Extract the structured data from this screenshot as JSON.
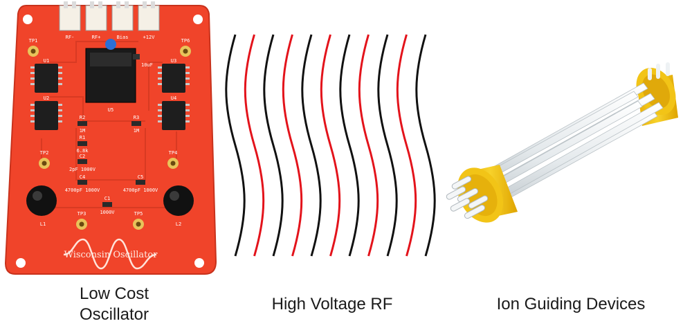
{
  "captions": {
    "oscillator": [
      "Low Cost",
      "Oscillator"
    ],
    "rf": "High Voltage RF",
    "ion": "Ion Guiding Devices"
  },
  "pcb": {
    "silk_brand": "Wisconsin Oscillator",
    "connector_labels": [
      "RF-",
      "RF+",
      "Bias",
      "+12V"
    ],
    "test_points": [
      "TP1",
      "TP2",
      "TP3",
      "TP4",
      "TP5",
      "TP6"
    ],
    "chips": [
      "U1",
      "U2",
      "U3",
      "U4"
    ],
    "center_chip": "U5",
    "resistors": [
      {
        "ref": "R2",
        "value": "1M"
      },
      {
        "ref": "R3",
        "value": "1M"
      },
      {
        "ref": "R1",
        "value": "6.8k"
      }
    ],
    "capacitors": [
      {
        "ref": "C2",
        "value": "2pF 1000V"
      },
      {
        "ref": "C4",
        "value": "4700pF 1000V"
      },
      {
        "ref": "C5",
        "value": "4700pF 1000V"
      },
      {
        "ref": "C1",
        "value": "1000V"
      }
    ],
    "cap_small": "10uF",
    "inductors": [
      "L1",
      "L2"
    ]
  },
  "colors": {
    "pcb": "#f0442a",
    "pcb_edge": "#c8321c",
    "rf_black": "#111111",
    "rf_red": "#e3131b",
    "ring": "#f2c417",
    "rod": "#eef2f4"
  }
}
